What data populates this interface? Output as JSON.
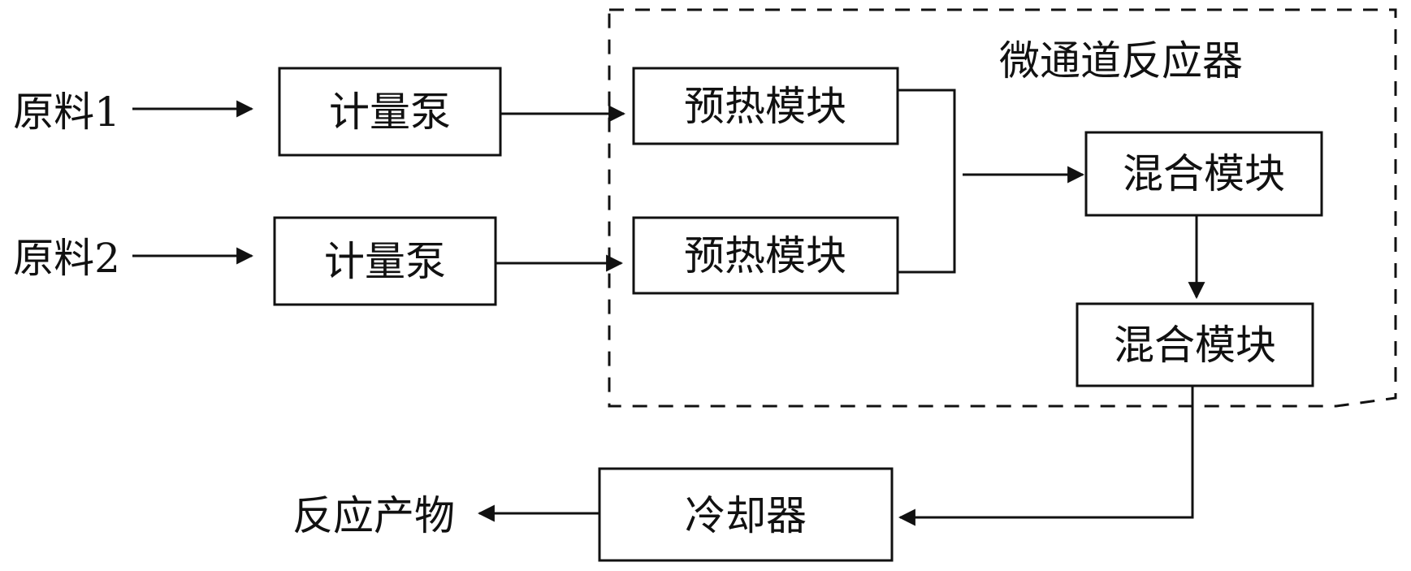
{
  "diagram": {
    "reactor_label": "微通道反应器",
    "inputs": {
      "feed1": "原料1",
      "feed2": "原料2"
    },
    "pumps": {
      "pump1": "计量泵",
      "pump2": "计量泵"
    },
    "preheat": {
      "module1": "预热模块",
      "module2": "预热模块"
    },
    "mixing": {
      "module1": "混合模块",
      "module2": "混合模块"
    },
    "cooler": "冷却器",
    "output": "反应产物"
  }
}
